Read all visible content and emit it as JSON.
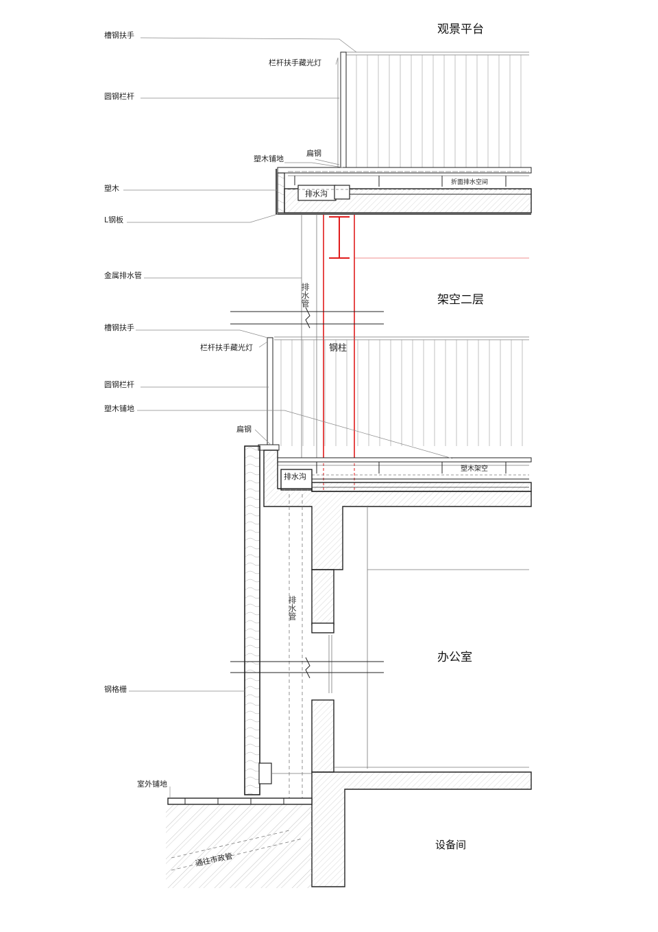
{
  "rooms": {
    "viewing_platform": "观景平台",
    "stilt_second_floor": "架空二层",
    "office": "办公室",
    "equipment_room": "设备间"
  },
  "labels": {
    "channel_handrail_top": "槽钢扶手",
    "handrail_light_top": "栏杆扶手藏光灯",
    "round_steel_railing_top": "圆钢栏杆",
    "wpc_deck_top": "塑木铺地",
    "flat_steel_top": "扁钢",
    "wpc": "塑木",
    "drain_channel_top": "排水沟",
    "fold_drain_space": "折面排水空间",
    "l_steel_plate": "L钢板",
    "metal_drain_pipe": "金属排水管",
    "drain_pipe_upper": "排水管",
    "steel_column": "钢柱",
    "channel_handrail_mid": "槽钢扶手",
    "handrail_light_mid": "栏杆扶手藏光灯",
    "round_steel_railing_mid": "圆钢栏杆",
    "wpc_deck_mid": "塑木铺地",
    "flat_steel_mid": "扁钢",
    "wpc_raised": "塑木架空",
    "drain_channel_mid": "排水沟",
    "drain_pipe_lower": "排水管",
    "steel_grille": "钢格栅",
    "outdoor_paving": "室外铺地",
    "to_municipal_pipe": "通往市政管"
  },
  "colors": {
    "line": "#222222",
    "steel_column": "#e01a1a",
    "leader": "#888888"
  }
}
